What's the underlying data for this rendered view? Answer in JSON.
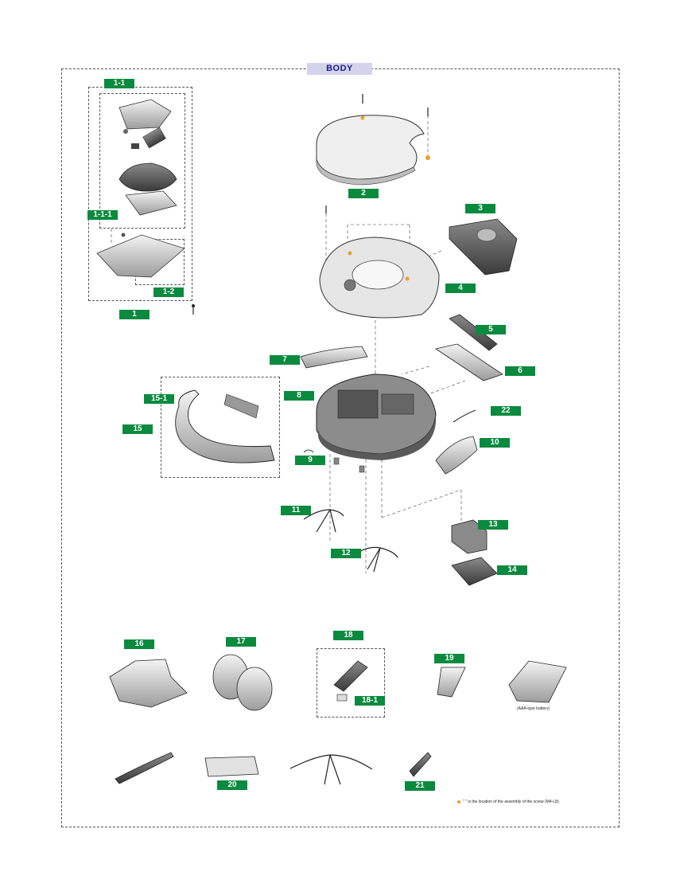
{
  "title": "BODY",
  "labels": {
    "l1_1": "1-1",
    "l1_1_1": "1-1-1",
    "l1_2": "1-2",
    "l1": "1",
    "l2": "2",
    "l3": "3",
    "l4": "4",
    "l5": "5",
    "l6": "6",
    "l7": "7",
    "l8": "8",
    "l9": "9",
    "l10": "10",
    "l11": "11",
    "l12": "12",
    "l13": "13",
    "l14": "14",
    "l15": "15",
    "l15_1": "15-1",
    "l16": "16",
    "l17": "17",
    "l18": "18",
    "l18_1": "18-1",
    "l19": "19",
    "l20": "20",
    "l21": "21",
    "l22": "22"
  },
  "notes": {
    "battery": "(AAA-type battery)",
    "footnote": "\" \" is the location of the assembly of the screw (M4-L8)."
  },
  "colors": {
    "label_bg": "#0a8a3e",
    "title_bg": "#d3d3ec",
    "marker": "#e8a030"
  }
}
